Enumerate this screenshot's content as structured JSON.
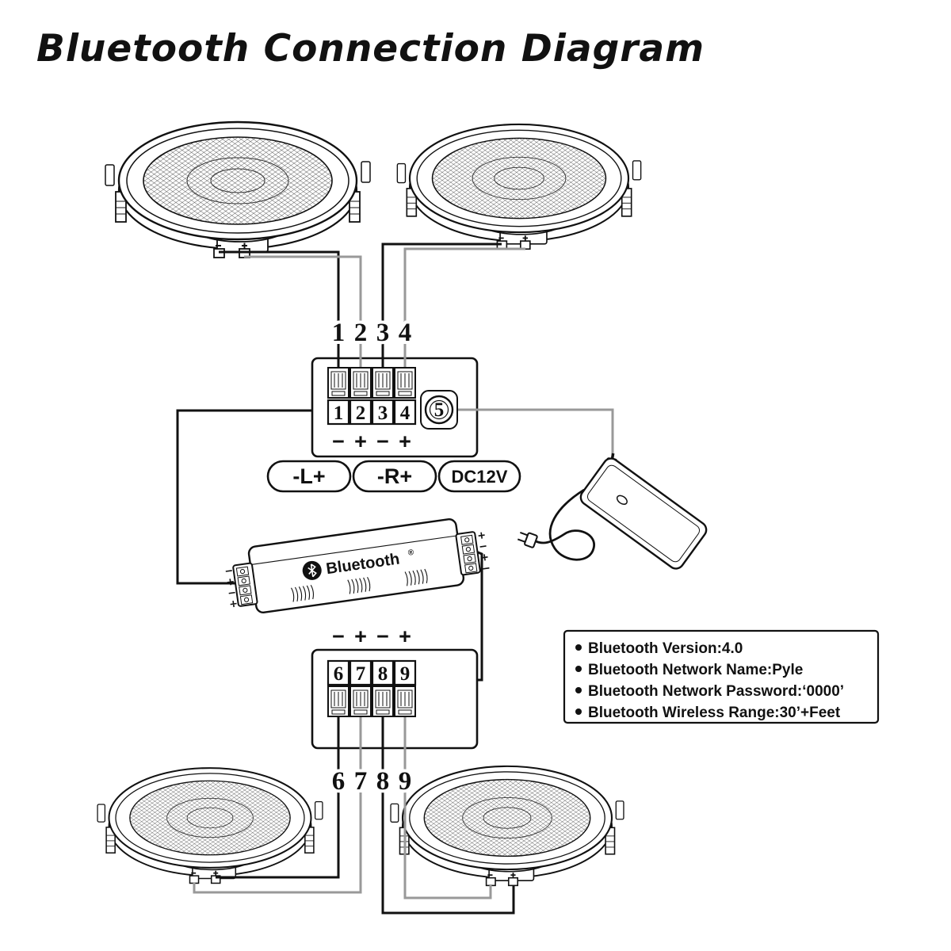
{
  "title": "Bluetooth Connection Diagram",
  "top_block": {
    "wire_numbers": [
      "1",
      "2",
      "3",
      "4"
    ],
    "terminal_numbers": [
      "1",
      "2",
      "3",
      "4"
    ],
    "polarity": [
      "−",
      "+",
      "−",
      "+"
    ],
    "jack_number": "5"
  },
  "bottom_block": {
    "polarity": [
      "−",
      "+",
      "−",
      "+"
    ],
    "terminal_numbers": [
      "6",
      "7",
      "8",
      "9"
    ],
    "wire_numbers": [
      "6",
      "7",
      "8",
      "9"
    ]
  },
  "labels": {
    "left_output": "-L+",
    "right_output": "-R+",
    "dc_power": "DC12V",
    "amp_brand": "Bluetooth",
    "registered_mark": "®"
  },
  "info_box": {
    "items": [
      "Bluetooth Version:4.0",
      "Bluetooth Network Name:Pyle",
      "Bluetooth Network Password:‘0000’",
      "Bluetooth Wireless Range:30’+Feet"
    ]
  },
  "colors": {
    "ink": "#111111",
    "wire_gray": "#999999",
    "background": "#ffffff"
  }
}
